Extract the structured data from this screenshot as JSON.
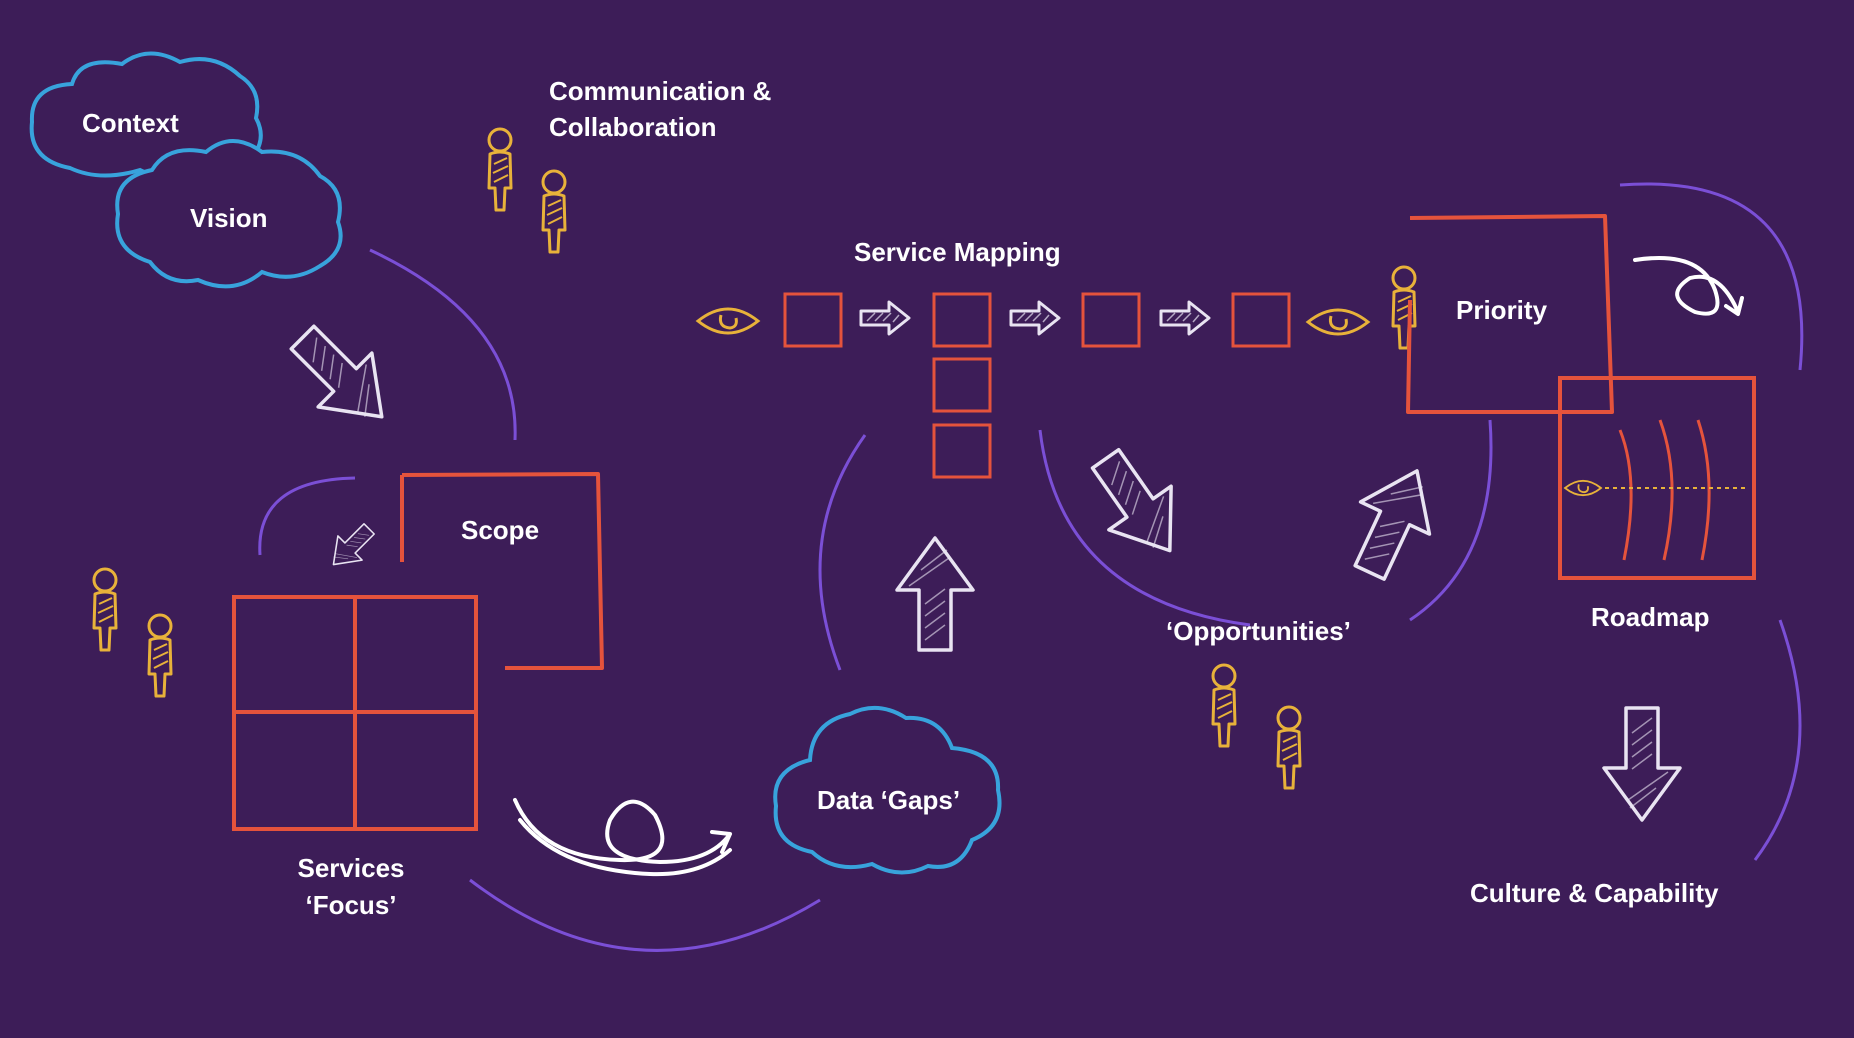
{
  "labels": {
    "context": "Context",
    "vision": "Vision",
    "communication_line1": "Communication &",
    "communication_line2": "Collaboration",
    "service_mapping": "Service Mapping",
    "priority": "Priority",
    "scope": "Scope",
    "roadmap": "Roadmap",
    "opportunities": "‘Opportunities’",
    "data_gaps": "Data ‘Gaps’",
    "services_line1": "Services",
    "services_line2": "‘Focus’",
    "culture": "Culture & Capability"
  },
  "colors": {
    "background": "#3d1d58",
    "cloud": "#38a3dc",
    "box": "#e5533c",
    "person": "#e8b23a",
    "arc": "#7b4fd6",
    "arrow": "#e9e4f2",
    "text": "#ffffff"
  },
  "icons": [
    "cloud-icon",
    "person-icon",
    "eye-icon",
    "hollow-arrow-icon",
    "loop-arrow-icon",
    "box-icon"
  ]
}
